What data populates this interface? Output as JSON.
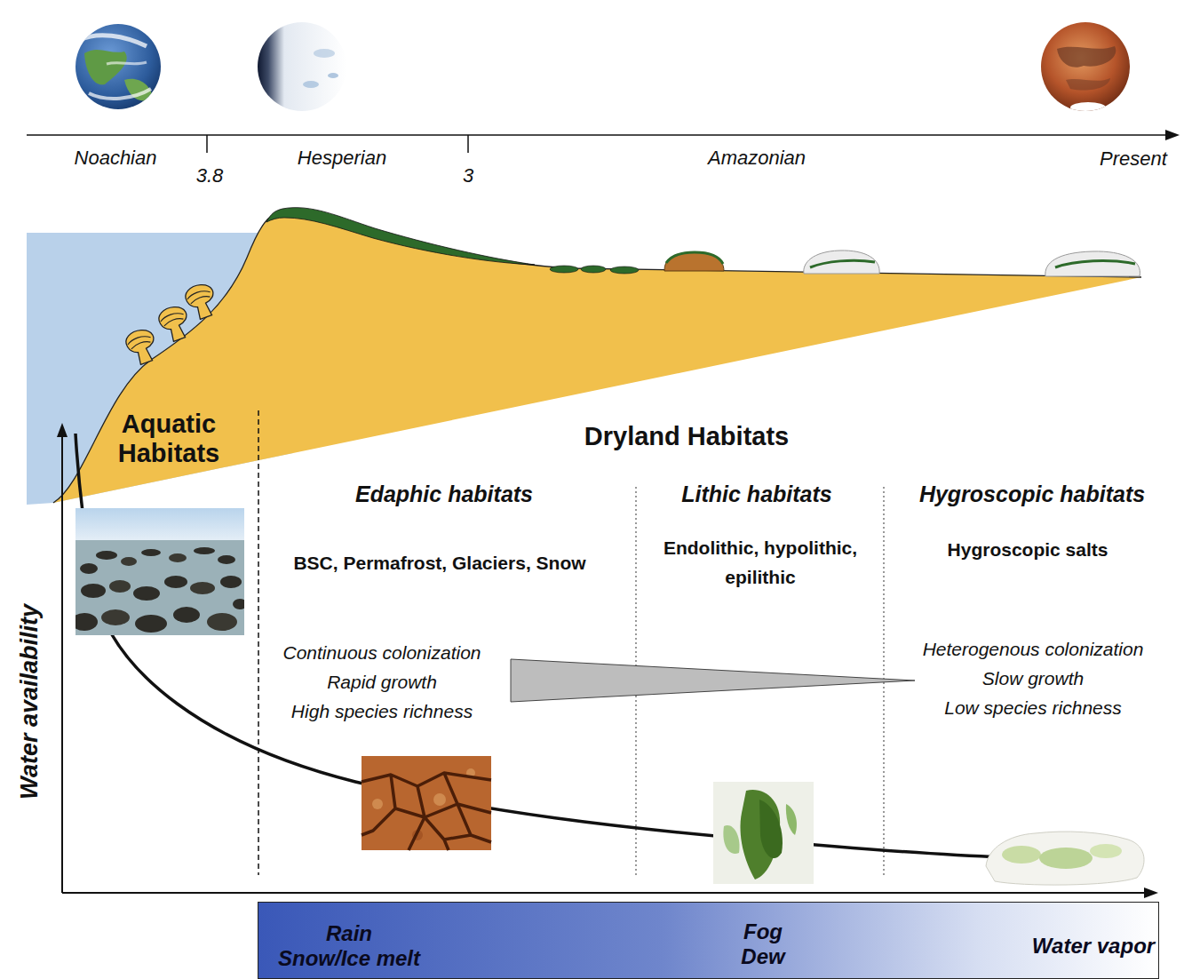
{
  "diagram": {
    "nodes": [
      {
        "text": [
          "Rain Snow/Ice melt",
          "Fog Dew",
          "Water vapor"
        ]
      }
    ],
    "labels": [
      "Noachian",
      "3.8",
      "Hesperian",
      "3",
      "Amazonian",
      "Present",
      "Aquatic Habitats",
      "Dryland Habitats",
      "Edaphic habitats",
      "Lithic habitats",
      "Hygroscopic habitats",
      "BSC, Permafrost, Glaciers, Snow",
      "Endolithic, hypolithic, epilithic",
      "Hygroscopic salts",
      "Continuous colonization",
      "Rapid growth",
      "High species richness",
      "Heterogenous colonization",
      "Slow growth",
      "Low species richness",
      "Water availability"
    ]
  }
}
